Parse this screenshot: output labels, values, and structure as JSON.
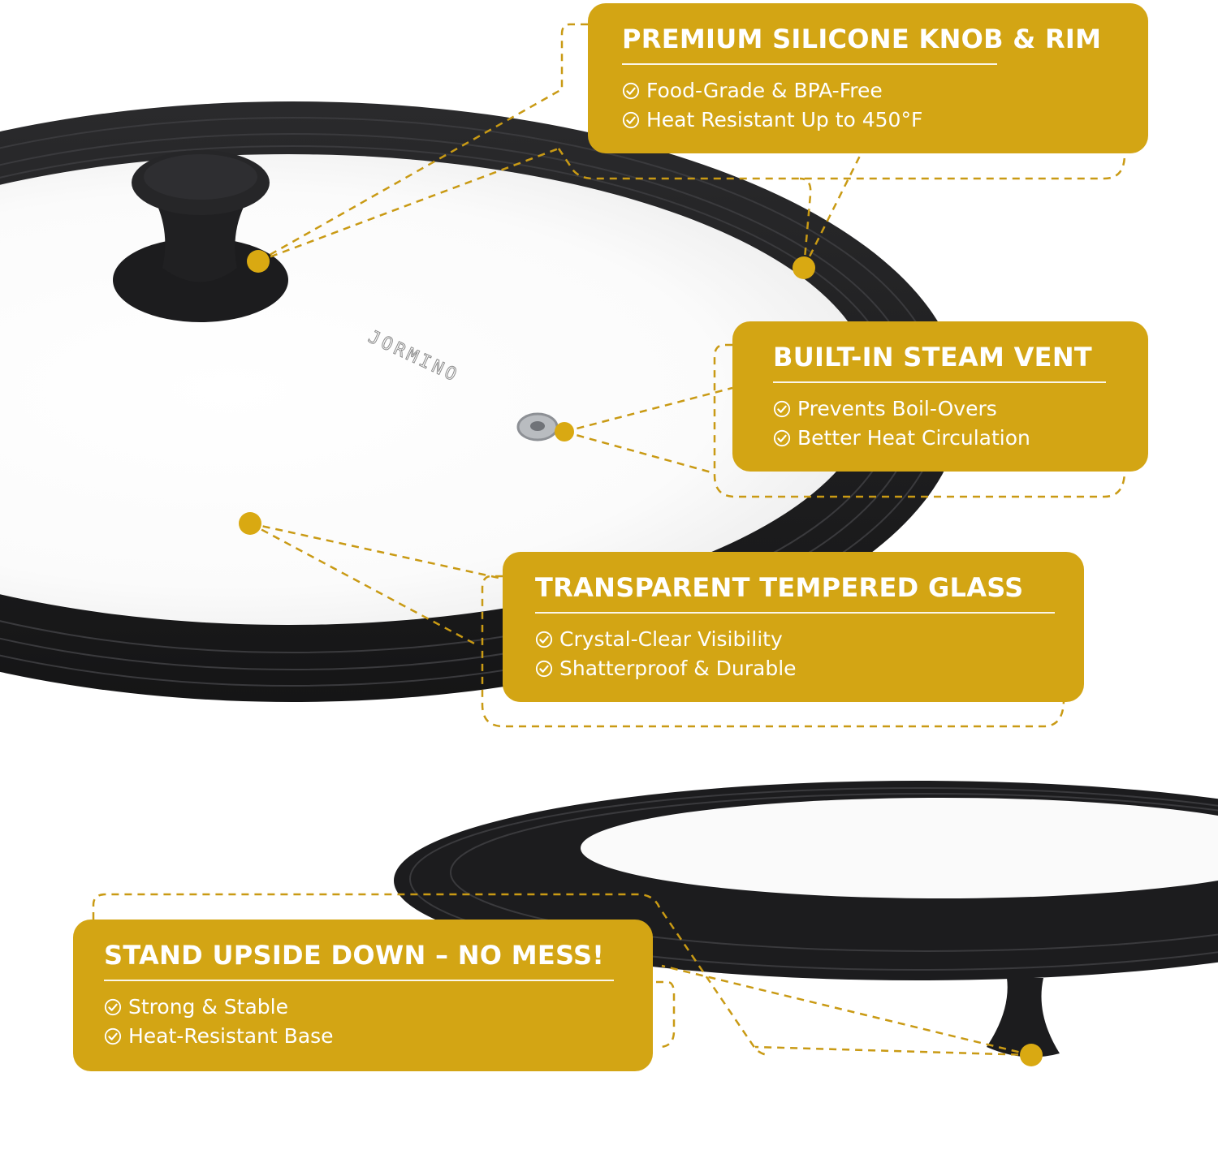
{
  "accent_color": "#d3a514",
  "rim_color": "#1d1d1f",
  "brand_logo_text": "JORMINO",
  "callouts": {
    "knob": {
      "title": "PREMIUM SILICONE KNOB & RIM",
      "items": [
        "Food-Grade & BPA-Free",
        "Heat Resistant Up to 450°F"
      ]
    },
    "vent": {
      "title": "BUILT-IN STEAM VENT",
      "items": [
        "Prevents Boil-Overs",
        "Better Heat Circulation"
      ]
    },
    "glass": {
      "title": "TRANSPARENT TEMPERED GLASS",
      "items": [
        "Crystal-Clear Visibility",
        "Shatterproof & Durable"
      ]
    },
    "stand": {
      "title": "STAND UPSIDE DOWN – NO MESS!",
      "items": [
        "Strong & Stable",
        "Heat-Resistant Base"
      ]
    }
  },
  "icons": [
    "check-circle-icon"
  ]
}
